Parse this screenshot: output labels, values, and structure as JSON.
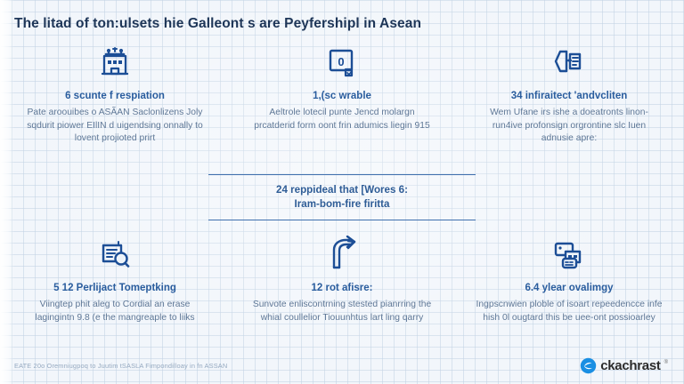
{
  "page": {
    "title": "The litad of ton:ulsets hie Galleont s are Peyfershipl in Asean",
    "footer_note": "EATE 20o Oremniugpoq to Juutim tSASLA Fimpondilloay in fn ASSAN",
    "accent_color": "#2a5d9e",
    "heading_color": "#1d3557",
    "body_text_color": "#5e7796",
    "background_color": "#f2f6fb"
  },
  "cards": [
    {
      "icon": "bank-building-icon",
      "heading": "6 scunte f respiation",
      "body": "Pate aroouibes o ASÃAN Saclonlizens Joly sqdurit piower EIlIN d uigendsing onnally to lovent projioted prirt"
    },
    {
      "icon": "document-zero-icon",
      "heading": "1,(sc wrable",
      "body": "Aeltrole lotecil punte Jencd molargn prcatderid form oont frin adumics liegin 915"
    },
    {
      "icon": "handshake-contract-icon",
      "heading": "34 infiraitect 'andvcliten",
      "body": "Wem Ufane irs ishe a doeatronts linon-run4ive profonsign orgrontine slc Iuen adnusie apre:"
    },
    {
      "icon": "document-search-icon",
      "heading": "5 12 Perlijact Tomeptking",
      "body": "Viingtep phit aleg to Cordial an erase lagingintn 9.8 (e the mangreaple to liiks"
    },
    {
      "icon": "curved-arrow-icon",
      "heading": "12 rot afisre:",
      "body": "Sunvote enliscontrning stested pianrring the whial coullelior Tiouunhtus lart ling qarry"
    },
    {
      "icon": "card-payment-icon",
      "heading": "6.4 ylear ovalimgy",
      "body": "Ingpscnwien ploble of isoart repeedencce infe hish 0l ougtard this be uee-ont possioarley"
    }
  ],
  "center_callout": {
    "line1": "24 reppideal that [Wores 6:",
    "line2": "Iram-bom-fire firitta"
  },
  "brand": {
    "name": "ckachrast",
    "trademark": "®",
    "mark_color": "#1a8fe3"
  }
}
